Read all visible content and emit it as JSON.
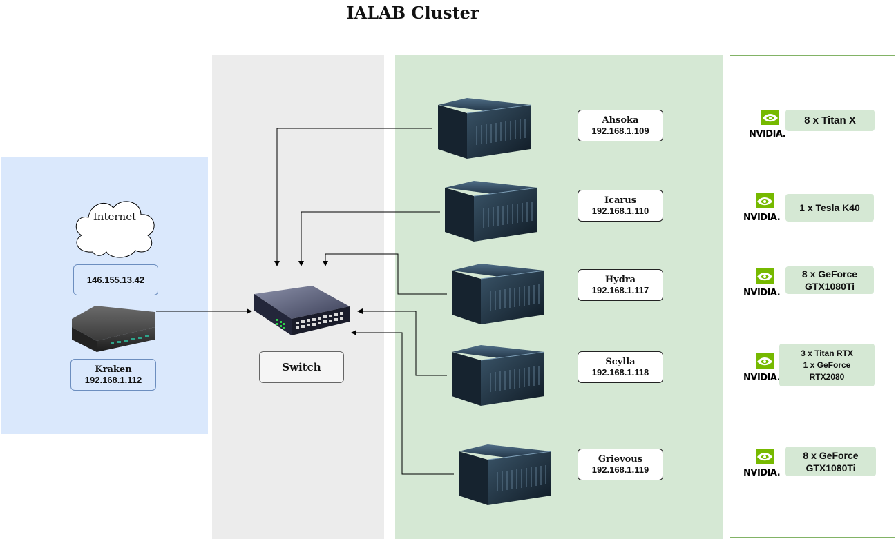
{
  "title": "IALAB Cluster",
  "internet": {
    "label": "Internet",
    "ip": "146.155.13.42"
  },
  "kraken": {
    "name": "Kraken",
    "ip": "192.168.1.112"
  },
  "switch": {
    "label": "Switch"
  },
  "servers": [
    {
      "name": "Ahsoka",
      "ip": "192.168.1.109",
      "gpus": [
        "8 x Titan X"
      ]
    },
    {
      "name": "Icarus",
      "ip": "192.168.1.110",
      "gpus": [
        "1 x Tesla K40"
      ]
    },
    {
      "name": "Hydra",
      "ip": "192.168.1.117",
      "gpus": [
        "8 x GeForce",
        "GTX1080Ti"
      ]
    },
    {
      "name": "Scylla",
      "ip": "192.168.1.118",
      "gpus": [
        "3 x Titan RTX",
        "1 x GeForce",
        "RTX2080"
      ]
    },
    {
      "name": "Grievous",
      "ip": "192.168.1.119",
      "gpus": [
        "8 x GeForce",
        "GTX1080Ti"
      ]
    }
  ],
  "nvidia_logo_text": "NVIDIA.",
  "colors": {
    "blue_panel": "#dae8fc",
    "grey_panel": "#ececec",
    "green_panel": "#d5e8d4",
    "nvidia_green": "#76b900"
  }
}
